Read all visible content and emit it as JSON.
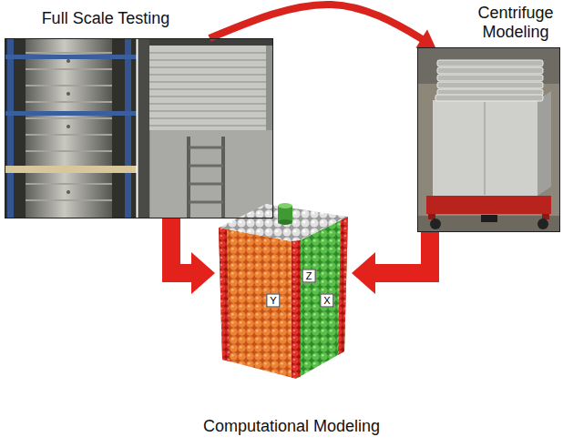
{
  "diagram": {
    "nodes": [
      {
        "text": [
          "Full Scale Testing"
        ]
      },
      {
        "text": [
          "Centrifuge Modeling"
        ]
      },
      {
        "text": [
          "Computational Modeling"
        ]
      }
    ],
    "edges": [
      {
        "from": 0,
        "to": 1,
        "arrow": "to"
      },
      {
        "from": 0,
        "to": 2,
        "arrow": "to"
      },
      {
        "from": 1,
        "to": 2,
        "arrow": "to"
      }
    ],
    "labels": [
      "Y",
      "Z",
      "X"
    ]
  }
}
